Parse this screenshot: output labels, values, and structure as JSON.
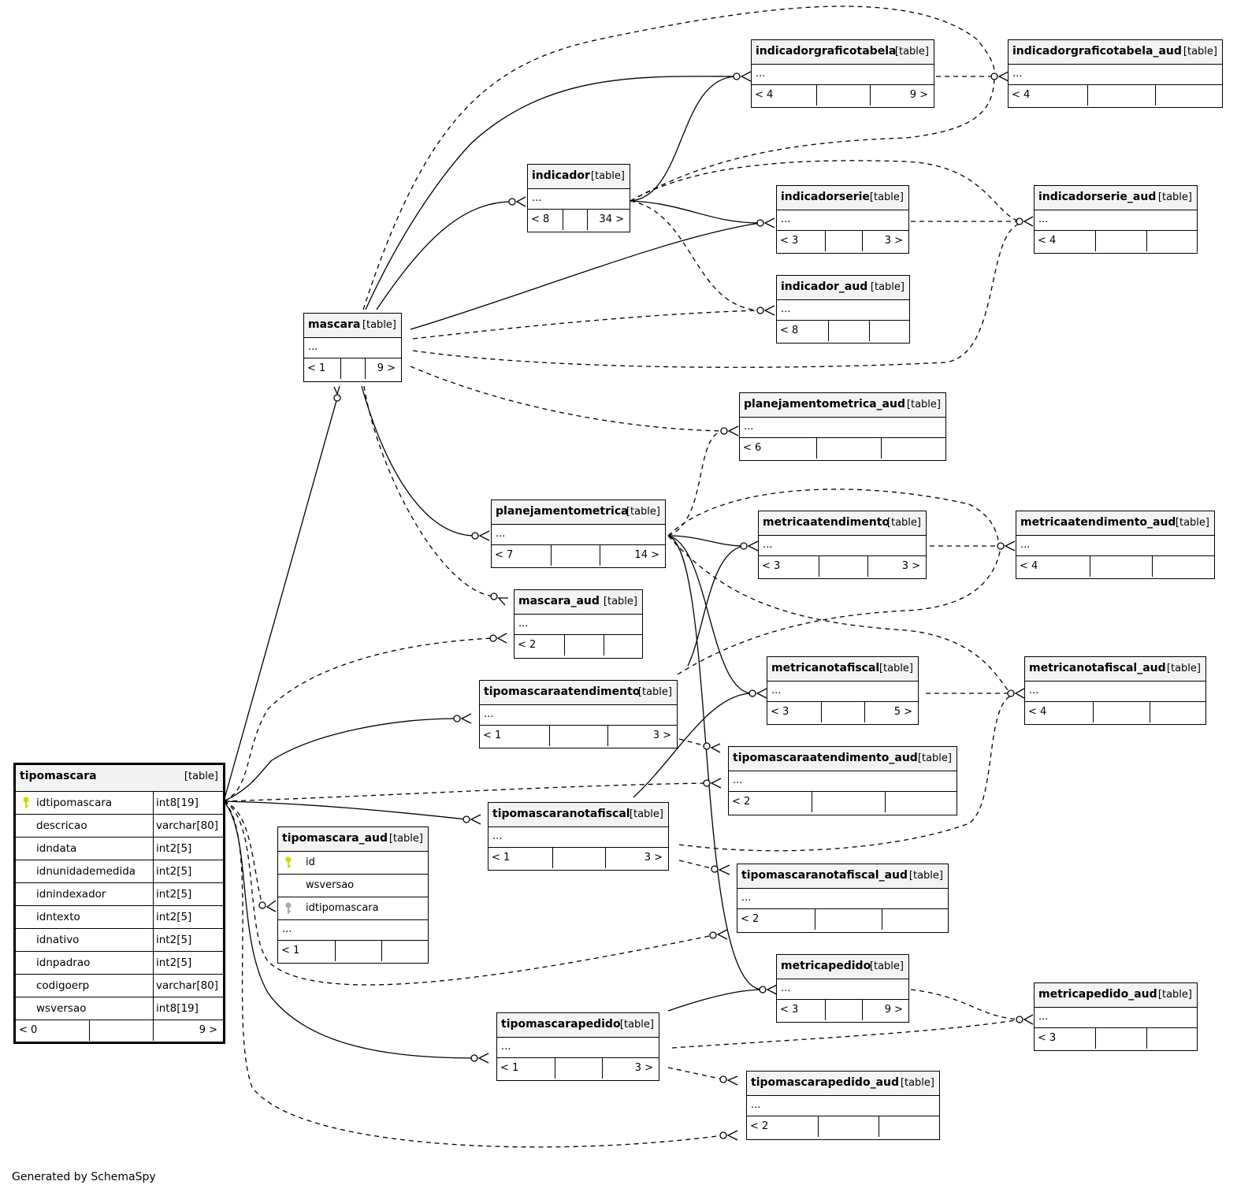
{
  "tag": "[table]",
  "footer": "Generated by SchemaSpy",
  "colors": {
    "line": "#000000",
    "header": "#f3f3f3",
    "pk_key": "#d6d600",
    "fk_key": "#aaaaaa"
  },
  "tables": {
    "tipomascara": {
      "name": "tipomascara",
      "columns": [
        {
          "name": "idtipomascara",
          "type": "int8[19]",
          "pk": true
        },
        {
          "name": "descricao",
          "type": "varchar[80]"
        },
        {
          "name": "idndata",
          "type": "int2[5]"
        },
        {
          "name": "idnunidademedida",
          "type": "int2[5]"
        },
        {
          "name": "idnindexador",
          "type": "int2[5]"
        },
        {
          "name": "idntexto",
          "type": "int2[5]"
        },
        {
          "name": "idnativo",
          "type": "int2[5]"
        },
        {
          "name": "idnpadrao",
          "type": "int2[5]"
        },
        {
          "name": "codigoerp",
          "type": "varchar[80]"
        },
        {
          "name": "wsversao",
          "type": "int8[19]"
        }
      ],
      "parents": "< 0",
      "children": "9 >"
    },
    "tipomascara_aud": {
      "name": "tipomascara_aud",
      "columns": [
        {
          "name": "id",
          "key": "pk"
        },
        {
          "name": "wsversao"
        },
        {
          "name": "idtipomascara",
          "key": "fk"
        }
      ],
      "ellipsis": "...",
      "parents": "< 1",
      "children": ""
    },
    "mascara": {
      "name": "mascara",
      "ellipsis": "...",
      "parents": "< 1",
      "children": "9 >"
    },
    "indicador": {
      "name": "indicador",
      "ellipsis": "...",
      "parents": "< 8",
      "children": "34 >"
    },
    "indicadorgraficotabela": {
      "name": "indicadorgraficotabela",
      "ellipsis": "...",
      "parents": "< 4",
      "children": "9 >"
    },
    "indicadorgraficotabela_aud": {
      "name": "indicadorgraficotabela_aud",
      "ellipsis": "...",
      "parents": "< 4",
      "children": ""
    },
    "indicadorserie": {
      "name": "indicadorserie",
      "ellipsis": "...",
      "parents": "< 3",
      "children": "3 >"
    },
    "indicadorserie_aud": {
      "name": "indicadorserie_aud",
      "ellipsis": "...",
      "parents": "< 4",
      "children": ""
    },
    "indicador_aud": {
      "name": "indicador_aud",
      "ellipsis": "...",
      "parents": "< 8",
      "children": ""
    },
    "planejamentometrica_aud": {
      "name": "planejamentometrica_aud",
      "ellipsis": "...",
      "parents": "< 6",
      "children": ""
    },
    "planejamentometrica": {
      "name": "planejamentometrica",
      "ellipsis": "...",
      "parents": "< 7",
      "children": "14 >"
    },
    "metricaatendimento": {
      "name": "metricaatendimento",
      "ellipsis": "...",
      "parents": "< 3",
      "children": "3 >"
    },
    "metricaatendimento_aud": {
      "name": "metricaatendimento_aud",
      "ellipsis": "...",
      "parents": "< 4",
      "children": ""
    },
    "mascara_aud": {
      "name": "mascara_aud",
      "ellipsis": "...",
      "parents": "< 2",
      "children": ""
    },
    "tipomascaraatendimento": {
      "name": "tipomascaraatendimento",
      "ellipsis": "...",
      "parents": "< 1",
      "children": "3 >"
    },
    "metricanotafiscal": {
      "name": "metricanotafiscal",
      "ellipsis": "...",
      "parents": "< 3",
      "children": "5 >"
    },
    "metricanotafiscal_aud": {
      "name": "metricanotafiscal_aud",
      "ellipsis": "...",
      "parents": "< 4",
      "children": ""
    },
    "tipomascaraatendimento_aud": {
      "name": "tipomascaraatendimento_aud",
      "ellipsis": "...",
      "parents": "< 2",
      "children": ""
    },
    "tipomascaranotafiscal": {
      "name": "tipomascaranotafiscal",
      "ellipsis": "...",
      "parents": "< 1",
      "children": "3 >"
    },
    "tipomascaranotafiscal_aud": {
      "name": "tipomascaranotafiscal_aud",
      "ellipsis": "...",
      "parents": "< 2",
      "children": ""
    },
    "metricapedido": {
      "name": "metricapedido",
      "ellipsis": "...",
      "parents": "< 3",
      "children": "9 >"
    },
    "metricapedido_aud": {
      "name": "metricapedido_aud",
      "ellipsis": "...",
      "parents": "< 3",
      "children": ""
    },
    "tipomascarapedido": {
      "name": "tipomascarapedido",
      "ellipsis": "...",
      "parents": "< 1",
      "children": "3 >"
    },
    "tipomascarapedido_aud": {
      "name": "tipomascarapedido_aud",
      "ellipsis": "...",
      "parents": "< 2",
      "children": ""
    }
  }
}
